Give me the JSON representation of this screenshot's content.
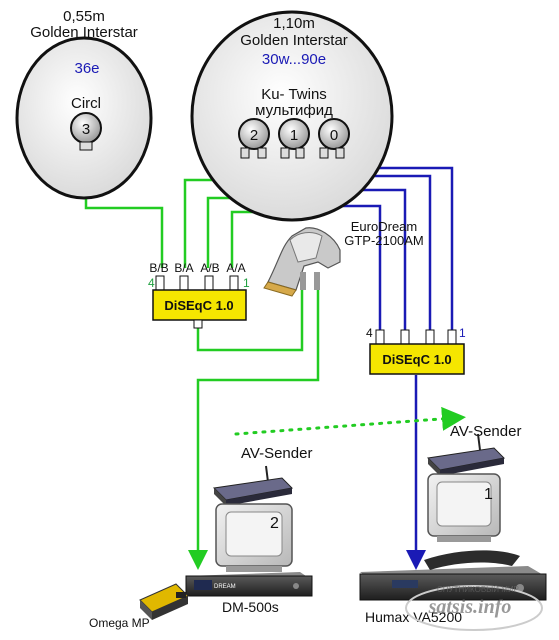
{
  "dish_small": {
    "size": "0,55m",
    "brand": "Golden Interstar",
    "position": "36e",
    "feed_label": "Circl",
    "feed_number": "3"
  },
  "dish_large": {
    "size": "1,10m",
    "brand": "Golden Interstar",
    "position": "30w...90e",
    "lnb_label_1": "Ku- Twins",
    "lnb_label_2": "мультифид",
    "feeds": [
      "2",
      "1",
      "0"
    ]
  },
  "motor": {
    "brand": "EuroDream",
    "model": "GTP-2100AM"
  },
  "switch_left": {
    "label": "DiSEqC 1.0",
    "ports": [
      "B/B",
      "B/A",
      "A/B",
      "A/A"
    ],
    "port_first": "4",
    "port_last": "1"
  },
  "switch_right": {
    "label": "DiSEqC 1.0",
    "port_first": "4",
    "port_last": "1"
  },
  "av_sender_left": "AV-Sender",
  "av_sender_right": "AV-Sender",
  "tv_left_number": "2",
  "tv_right_number": "1",
  "receiver_left": "DM-500s",
  "receiver_right": "Humax VA5200",
  "receiver_left_front": "DREAM",
  "omega": "Omega MP",
  "watermark": "satsis.info",
  "watermark_sub": "СПУТНИКОВЫЙ МИР",
  "colors": {
    "green_cable": "#22cc22",
    "blue_cable": "#1a1ab5",
    "switch_fill": "#f5e600",
    "dish_fill": "#ececec"
  }
}
